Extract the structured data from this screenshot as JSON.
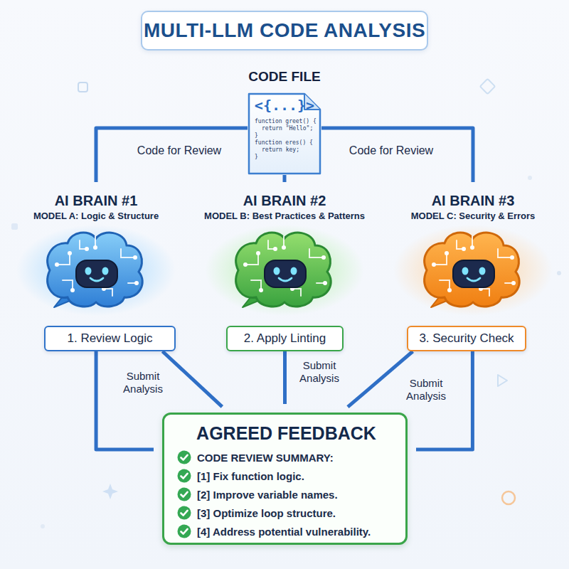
{
  "diagram": {
    "title": "MULTI-LLM CODE ANALYSIS",
    "nodes": [
      {
        "text": [
          "CODE FILE",
          "<{...}>",
          "function greet() {",
          "return \"Hello\";",
          "}",
          "function eres() {",
          "return key;",
          "}"
        ]
      },
      {
        "text": [
          "AI BRAIN #1",
          "MODEL A: Logic & Structure"
        ]
      },
      {
        "text": [
          "AI BRAIN #2",
          "MODEL B: Best Practices & Patterns"
        ]
      },
      {
        "text": [
          "AI BRAIN #3",
          "MODEL C: Security & Errors"
        ]
      },
      {
        "text": [
          "1. Review Logic"
        ]
      },
      {
        "text": [
          "2. Apply Linting"
        ]
      },
      {
        "text": [
          "3. Security Check"
        ]
      },
      {
        "text": [
          "AGREED FEEDBACK",
          "CODE REVIEW SUMMARY:",
          "[1] Fix function logic.",
          "[2] Improve variable names.",
          "[3] Optimize loop structure.",
          "[4] Address potential vulnerability."
        ]
      }
    ],
    "edges": [
      {
        "from": 0,
        "to": 1,
        "label": "Code for Review",
        "arrow": "to"
      },
      {
        "from": 0,
        "to": 2,
        "arrow": "to"
      },
      {
        "from": 0,
        "to": 3,
        "label": "Code for Review",
        "arrow": "to"
      },
      {
        "from": 4,
        "to": 7,
        "label": "Submit Analysis",
        "arrow": "to"
      },
      {
        "from": 4,
        "to": 7,
        "arrow": "to"
      },
      {
        "from": 5,
        "to": 7,
        "label": "Submit Analysis",
        "arrow": "to"
      },
      {
        "from": 6,
        "to": 7,
        "label": "Submit Analysis",
        "arrow": "to"
      },
      {
        "from": 6,
        "to": 7,
        "arrow": "to"
      }
    ]
  }
}
